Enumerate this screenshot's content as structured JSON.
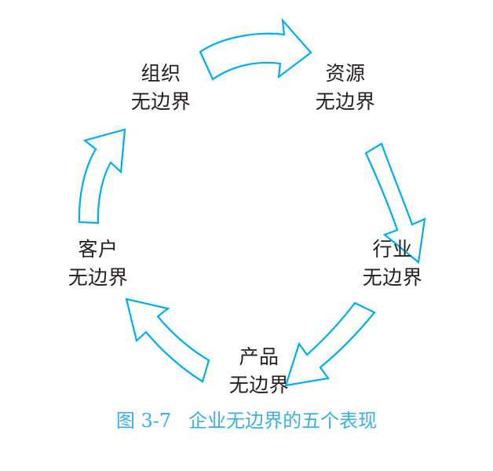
{
  "figure": {
    "caption_number": "图 3-7",
    "caption_text": "企业无边界的五个表现",
    "accent_color": "#00AEEF",
    "caption_color": "#3AAEE8",
    "label_color": "#231F20"
  },
  "diagram": {
    "type": "cycle",
    "direction": "clockwise",
    "node_count": 5,
    "arrow_count": 5,
    "nodes": [
      {
        "id": "organization",
        "line1": "组织",
        "line2": "无边界",
        "position": "top-left"
      },
      {
        "id": "resource",
        "line1": "资源",
        "line2": "无边界",
        "position": "top-right"
      },
      {
        "id": "industry",
        "line1": "行业",
        "line2": "无边界",
        "position": "right"
      },
      {
        "id": "product",
        "line1": "产品",
        "line2": "无边界",
        "position": "bottom"
      },
      {
        "id": "customer",
        "line1": "客户",
        "line2": "无边界",
        "position": "left"
      }
    ],
    "arrows": [
      {
        "id": "arrow-organization-to-resource",
        "from": "organization",
        "to": "resource",
        "direction": "right"
      },
      {
        "id": "arrow-resource-to-industry",
        "from": "resource",
        "to": "industry",
        "direction": "down"
      },
      {
        "id": "arrow-industry-to-product",
        "from": "industry",
        "to": "product",
        "direction": "down-left"
      },
      {
        "id": "arrow-product-to-customer",
        "from": "product",
        "to": "customer",
        "direction": "up-left"
      },
      {
        "id": "arrow-customer-to-organization",
        "from": "customer",
        "to": "organization",
        "direction": "up"
      }
    ]
  }
}
